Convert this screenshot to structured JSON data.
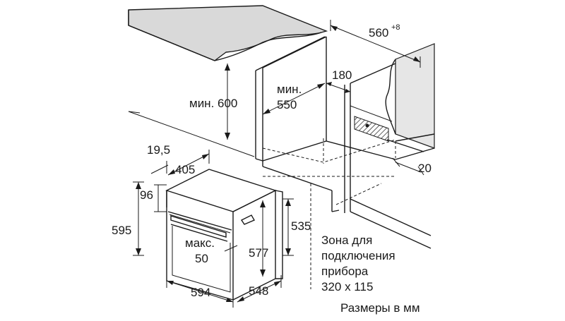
{
  "diagram": {
    "labels": {
      "min_600": "мин. 600",
      "min_550_line1": "мин.",
      "min_550_line2": "550",
      "dim_560": "560",
      "dim_560_sup": "+8",
      "dim_180": "180",
      "dim_20": "20",
      "dim_19_5": "19,5",
      "dim_405": "405",
      "dim_96": "96",
      "dim_595": "595",
      "dim_535": "535",
      "dim_577": "577",
      "max_50_line1": "макс.",
      "max_50_line2": "50",
      "dim_594": "594",
      "dim_548": "548",
      "zone_line1": "Зона для",
      "zone_line2": "подключения",
      "zone_line3": "прибора",
      "zone_line4": "320 x 115",
      "units_note": "Размеры в мм"
    },
    "colors": {
      "panel": "#d9d9d9",
      "line": "#1a1a1a",
      "background": "#ffffff"
    }
  }
}
